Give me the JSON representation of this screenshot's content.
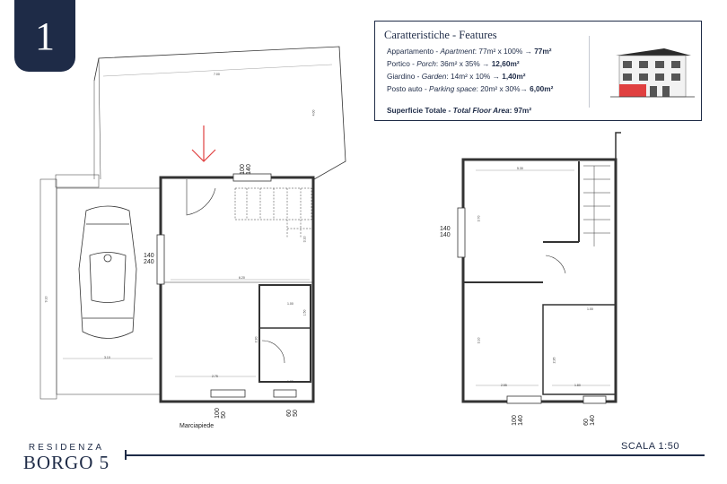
{
  "unit_number": "1",
  "features": {
    "title": "Caratteristiche - Features",
    "lines": [
      {
        "it": "Appartamento - ",
        "en": "Apartment",
        "calc": ": 77m² x 100% → ",
        "result": "77m²"
      },
      {
        "it": "Portico - ",
        "en": "Porch",
        "calc": ": 36m² x 35% → ",
        "result": "12,60m²"
      },
      {
        "it": "Giardino - ",
        "en": "Garden",
        "calc": ": 14m² x 10% → ",
        "result": "1,40m²"
      },
      {
        "it": "Posto auto - ",
        "en": "Parking space",
        "calc": ": 20m² x 30%→ ",
        "result": "6,00m²"
      }
    ],
    "total": {
      "it": "Superficie Totale - ",
      "en": "Total Floor Area",
      "value": ": 97m²"
    }
  },
  "plan_labels": {
    "window_top": "100\n140",
    "window_left": "140\n240",
    "door_bottom_1": "100\n50",
    "door_bottom_2": "60\n50",
    "window_left_upper": "140\n140",
    "door_bottom_upper_1": "100\n140",
    "door_bottom_upper_2": "60\n140",
    "sidewalk": "Marciapiede",
    "dims": {
      "lot_width": "7.00",
      "lot_side": "4.00",
      "room_width": "6.20",
      "room_height": "3.10",
      "bath_top": "1.00",
      "bath_side": "1.50",
      "hall_height": "2.20",
      "ground_bottom": "2.75",
      "bath_bottom": "1.35",
      "parking_side": "9.10",
      "parking_width": "3.10",
      "upper_width": "5.30",
      "upper_height": "3.70",
      "upper_mid": "3.10",
      "upper_lower": "2.55",
      "upper_bath_bottom": "1.80",
      "upper_bath_top": "1.00",
      "upper_side": "2.26"
    }
  },
  "brand": {
    "top": "RESIDENZA",
    "bottom": "BORGO 5"
  },
  "scale": "SCALA 1:50",
  "colors": {
    "navy": "#1e2b47",
    "accent_red": "#e04040"
  }
}
